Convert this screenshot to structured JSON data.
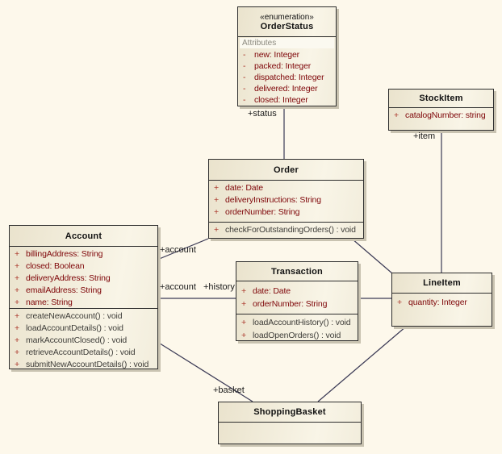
{
  "diagram": {
    "type": "uml-class-diagram",
    "background_color": "#FDF8EB",
    "box_fill_colors": [
      "#EAE3CD",
      "#F9F5E7"
    ],
    "box_border_color": "#2D2D2D",
    "shadow_color": "#C9C3B1",
    "connector_color": "#3B3A55",
    "attribute_text_color": "#7E0508",
    "operation_text_color": "#3F3E3A",
    "visibility_marker_color": "#A93226"
  },
  "classes": {
    "order_status": {
      "stereotype": "«enumeration»",
      "name": "OrderStatus",
      "section_label": "Attributes",
      "attributes": [
        {
          "marker": "-",
          "text": "new: Integer"
        },
        {
          "marker": "-",
          "text": "packed: Integer"
        },
        {
          "marker": "-",
          "text": "dispatched: Integer"
        },
        {
          "marker": "-",
          "text": "delivered: Integer"
        },
        {
          "marker": "-",
          "text": "closed: Integer"
        }
      ]
    },
    "stock_item": {
      "name": "StockItem",
      "attributes": [
        {
          "marker": "+",
          "text": "catalogNumber: string"
        }
      ]
    },
    "order": {
      "name": "Order",
      "attributes": [
        {
          "marker": "+",
          "text": "date: Date"
        },
        {
          "marker": "+",
          "text": "deliveryInstructions: String"
        },
        {
          "marker": "+",
          "text": "orderNumber: String"
        }
      ],
      "operations": [
        {
          "marker": "+",
          "text": "checkForOutstandingOrders() : void"
        }
      ]
    },
    "account": {
      "name": "Account",
      "attributes": [
        {
          "marker": "+",
          "text": "billingAddress: String"
        },
        {
          "marker": "+",
          "text": "closed: Boolean"
        },
        {
          "marker": "+",
          "text": "deliveryAddress: String"
        },
        {
          "marker": "+",
          "text": "emailAddress: String"
        },
        {
          "marker": "+",
          "text": "name: String"
        }
      ],
      "operations": [
        {
          "marker": "+",
          "text": "createNewAccount() : void"
        },
        {
          "marker": "+",
          "text": "loadAccountDetails() : void"
        },
        {
          "marker": "+",
          "text": "markAccountClosed() : void"
        },
        {
          "marker": "+",
          "text": "retrieveAccountDetails() : void"
        },
        {
          "marker": "+",
          "text": "submitNewAccountDetails() : void"
        }
      ]
    },
    "transaction": {
      "name": "Transaction",
      "attributes": [
        {
          "marker": "+",
          "text": "date: Date"
        },
        {
          "marker": "+",
          "text": "orderNumber: String"
        }
      ],
      "operations": [
        {
          "marker": "+",
          "text": "loadAccountHistory() : void"
        },
        {
          "marker": "+",
          "text": "loadOpenOrders() : void"
        }
      ]
    },
    "line_item": {
      "name": "LineItem",
      "attributes": [
        {
          "marker": "+",
          "text": "quantity: Integer"
        }
      ]
    },
    "shopping_basket": {
      "name": "ShoppingBasket"
    }
  },
  "connector_labels": {
    "status": "+status",
    "item": "+item",
    "account_to_order": "+account",
    "account_to_transaction": "+account",
    "history": "+history",
    "basket": "+basket"
  }
}
